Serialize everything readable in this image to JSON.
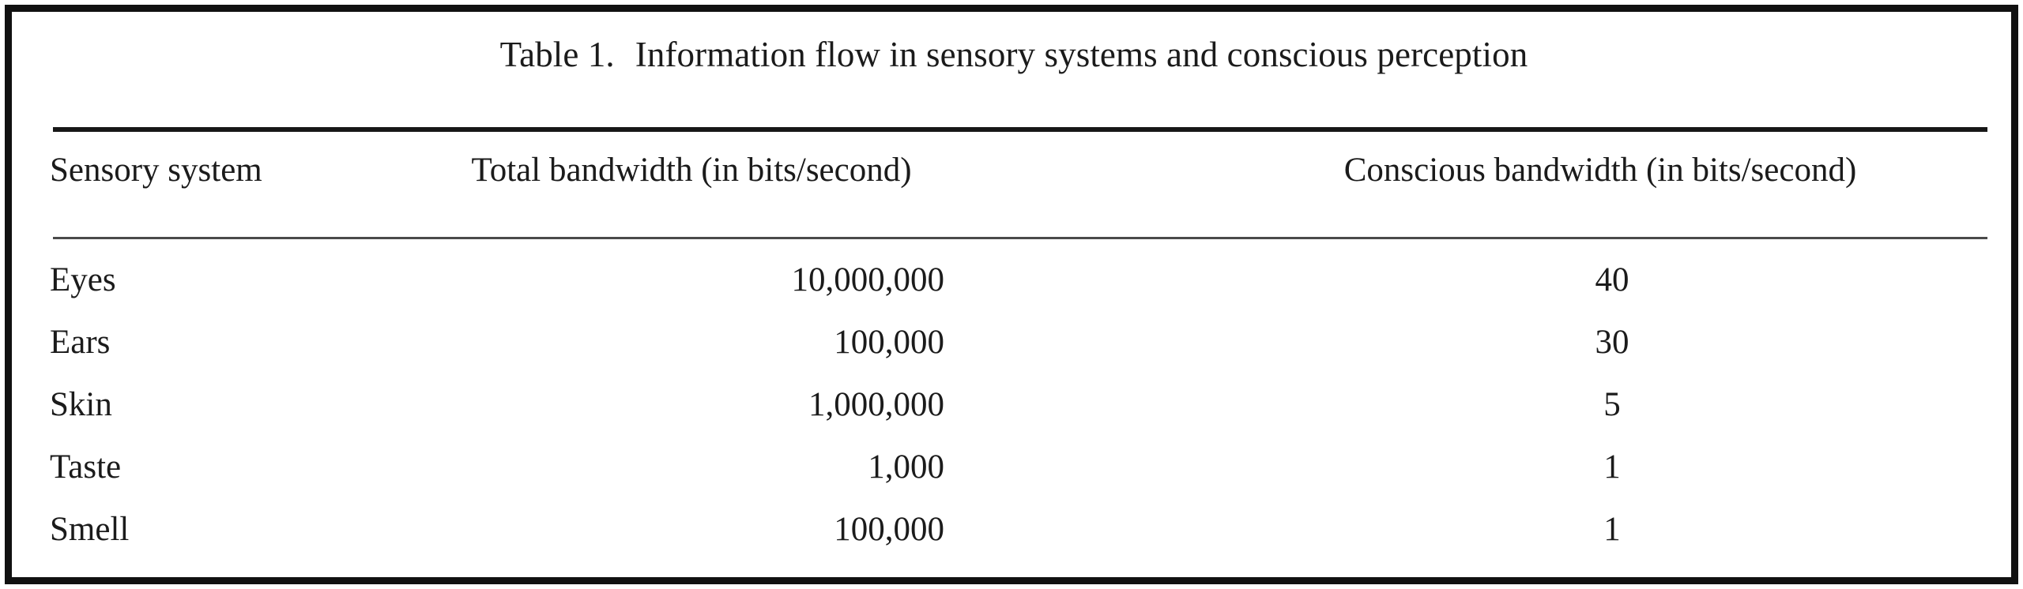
{
  "document": {
    "caption_label": "Table 1.",
    "caption_text": "Information flow in sensory systems and conscious perception"
  },
  "table": {
    "columns": [
      "Sensory system",
      "Total bandwidth (in bits/second)",
      "Conscious bandwidth (in bits/second)"
    ],
    "rows": [
      {
        "system": "Eyes",
        "total_bandwidth": "10,000,000",
        "conscious_bandwidth": "40"
      },
      {
        "system": "Ears",
        "total_bandwidth": "100,000",
        "conscious_bandwidth": "30"
      },
      {
        "system": "Skin",
        "total_bandwidth": "1,000,000",
        "conscious_bandwidth": "5"
      },
      {
        "system": "Taste",
        "total_bandwidth": "1,000",
        "conscious_bandwidth": "1"
      },
      {
        "system": "Smell",
        "total_bandwidth": "100,000",
        "conscious_bandwidth": "1"
      }
    ]
  },
  "chart_data": {
    "type": "table",
    "title": "Information flow in sensory systems and conscious perception",
    "columns": [
      "Sensory system",
      "Total bandwidth (in bits/second)",
      "Conscious bandwidth (in bits/second)"
    ],
    "categories": [
      "Eyes",
      "Ears",
      "Skin",
      "Taste",
      "Smell"
    ],
    "series": [
      {
        "name": "Total bandwidth (in bits/second)",
        "values": [
          10000000,
          100000,
          1000000,
          1000,
          100000
        ]
      },
      {
        "name": "Conscious bandwidth (in bits/second)",
        "values": [
          40,
          30,
          5,
          1,
          1
        ]
      }
    ],
    "xlabel": "Sensory system",
    "ylabel": "bits/second",
    "grid": false,
    "legend": "none"
  },
  "style": {
    "ink": "#1b1b1b",
    "frame": "#111111",
    "rule_thick": "#171717",
    "rule_thin": "#4a4a4a",
    "paper": "#ffffff"
  }
}
